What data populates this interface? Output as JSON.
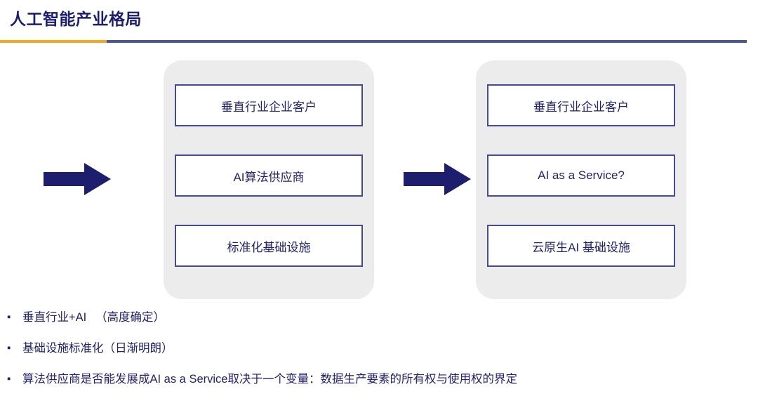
{
  "header": {
    "title": "人工智能产业格局",
    "accent_color": "#f5a623",
    "divider_color": "#4c5596",
    "title_color": "#1d1f6e"
  },
  "diagram": {
    "panel_color": "#ececec",
    "node_border_color": "#464b90",
    "node_text_color": "#22216c",
    "arrow_color": "#1d1f6e",
    "arrow_1_name": "arrow-into-current-stack",
    "arrow_2_name": "arrow-into-future-stack",
    "columns": [
      {
        "name": "current-stack",
        "nodes": [
          "垂直行业企业客户",
          "AI算法供应商",
          "标准化基础设施"
        ]
      },
      {
        "name": "future-stack",
        "nodes": [
          "垂直行业企业客户",
          "AI as a Service?",
          "云原生AI 基础设施"
        ]
      }
    ]
  },
  "bullets": {
    "marker": "▪",
    "text_color": "#22216c",
    "items": [
      "垂直行业+AI 　（高度确定）",
      "基础设施标准化（日渐明朗）",
      "算法供应商是否能发展成AI as a Service取决于一个变量：数据生产要素的所有权与使用权的界定"
    ]
  }
}
